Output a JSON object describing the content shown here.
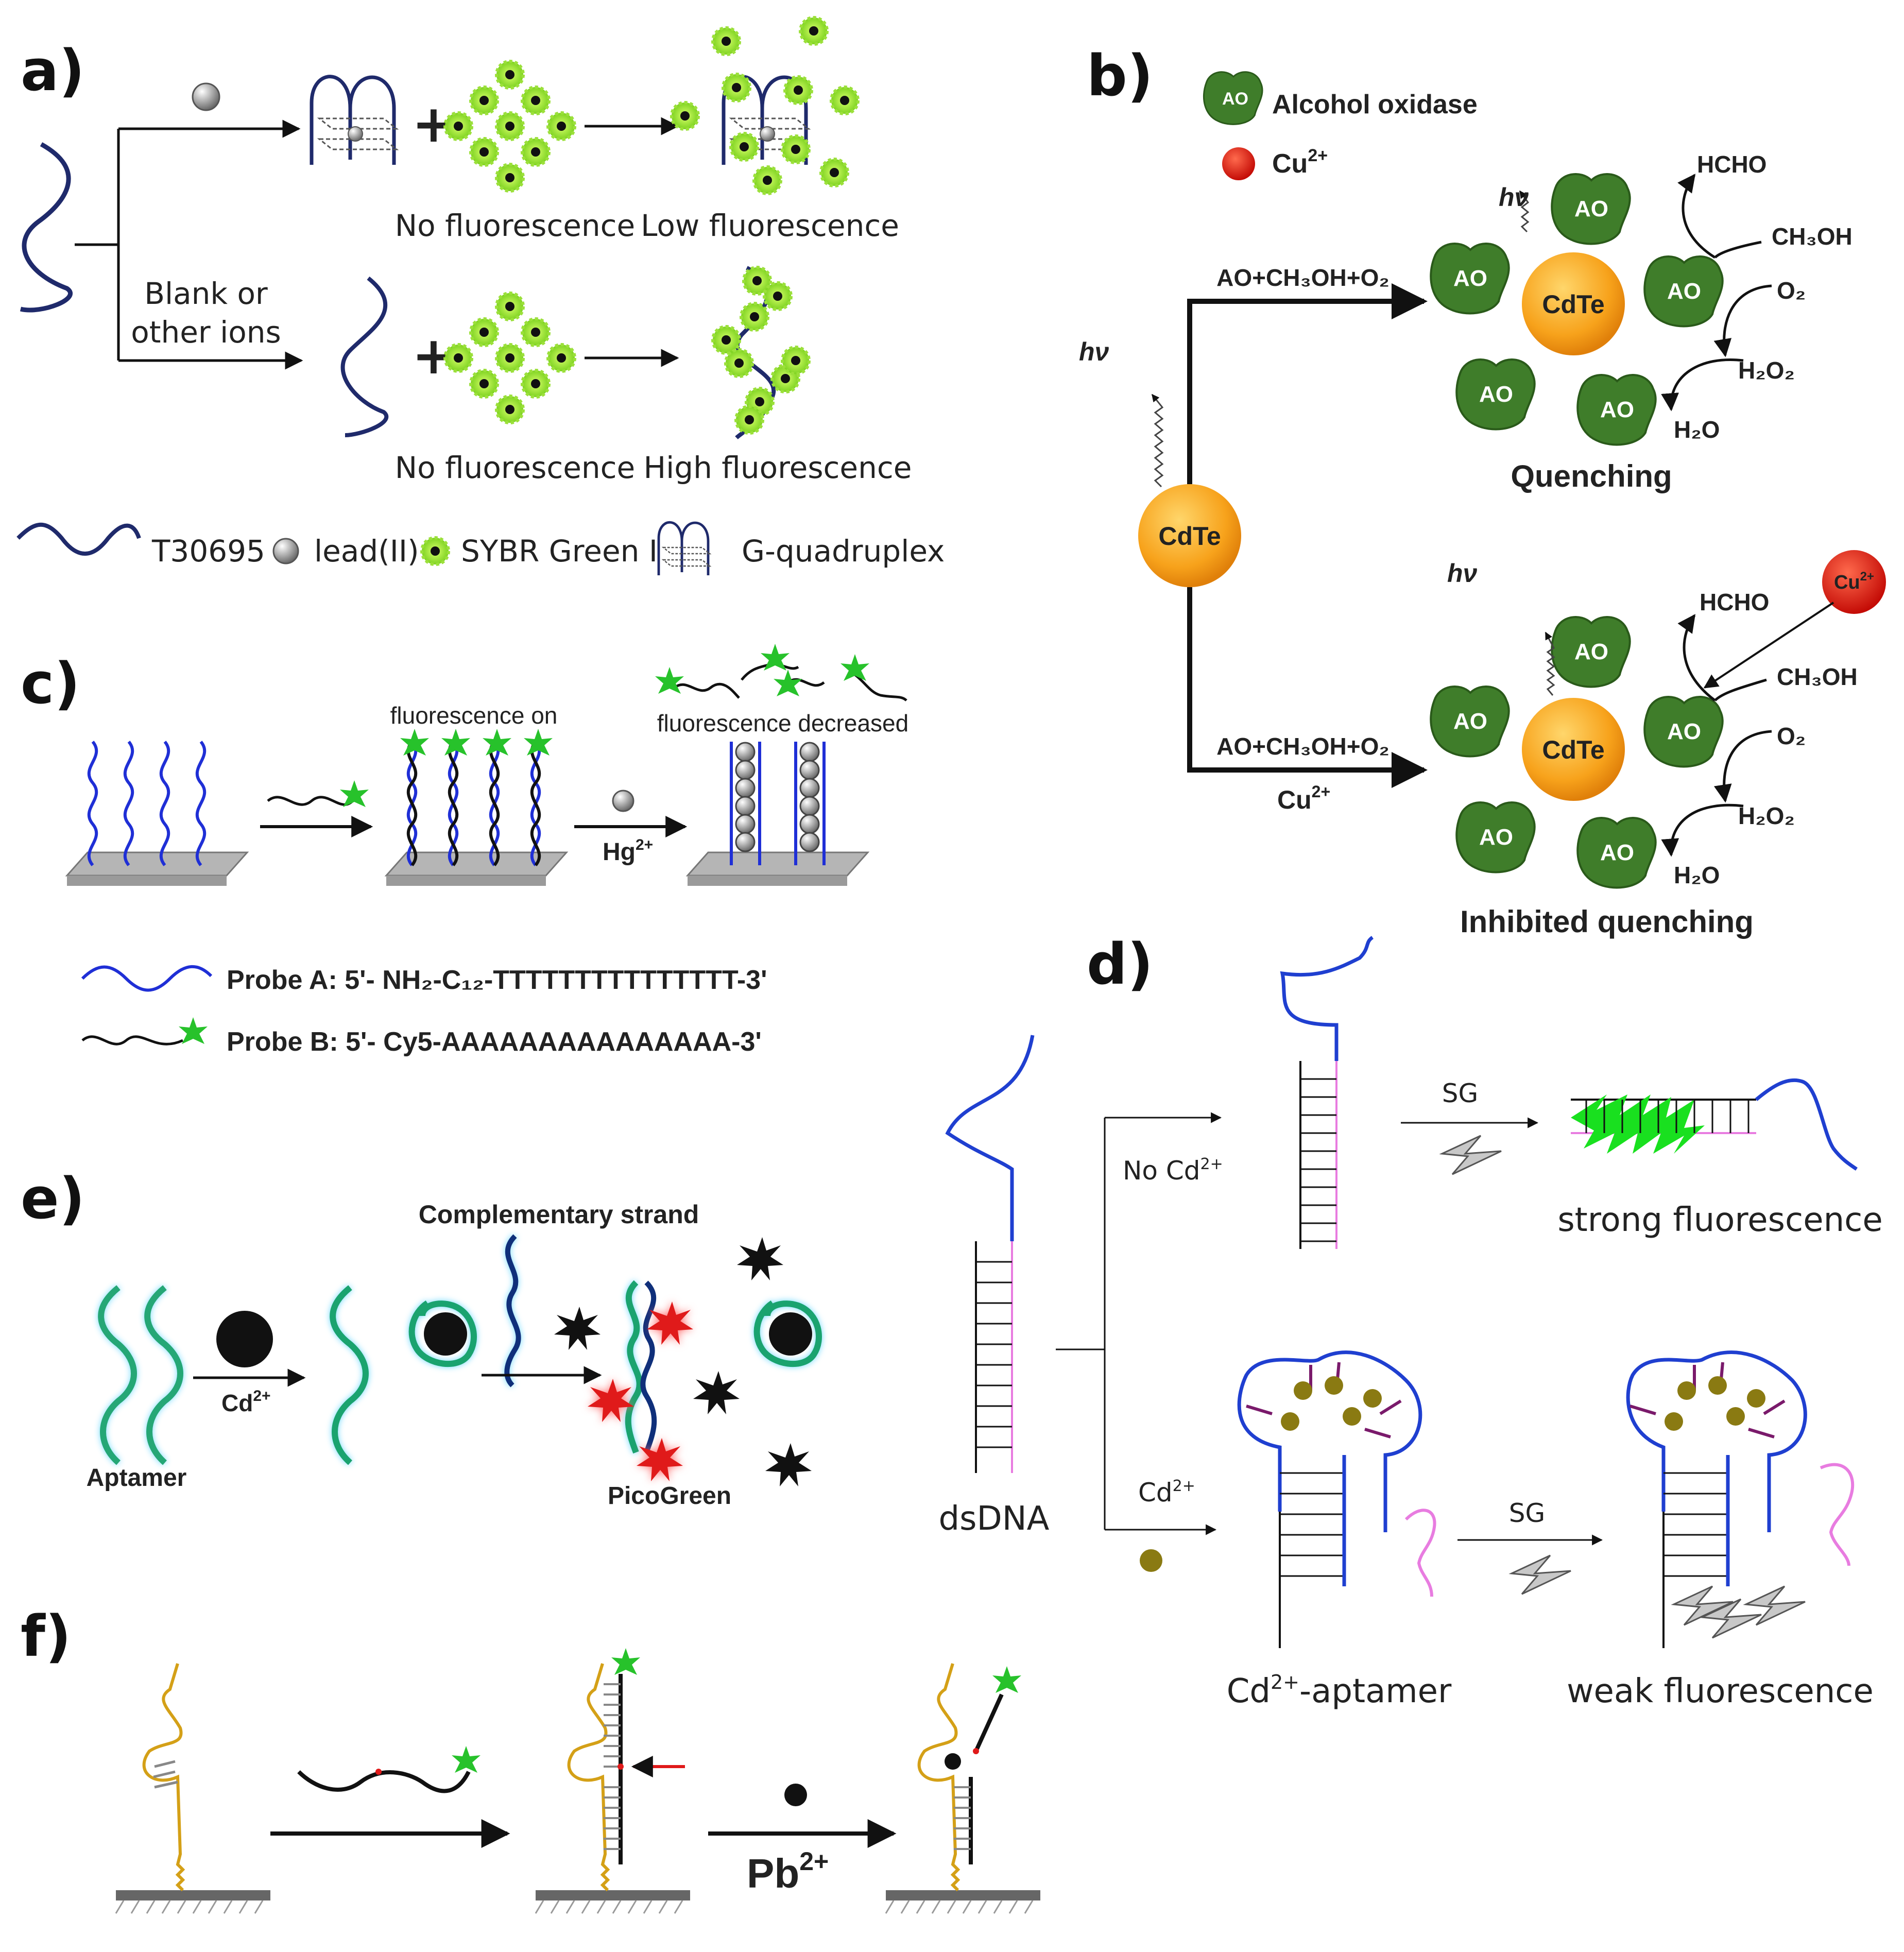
{
  "panels": {
    "a": {
      "label": "a)",
      "no_fluorescence_top": "No fluorescence",
      "low_fluorescence": "Low fluorescence",
      "blank_line1": "Blank or",
      "blank_line2": "other ions",
      "no_fluorescence_bottom": "No fluorescence",
      "high_fluorescence": "High fluorescence",
      "legend": {
        "t30695": "T30695",
        "lead": "lead(II)",
        "sybr": "SYBR Green I",
        "gquad": "G-quadruplex"
      }
    },
    "b": {
      "label": "b)",
      "legend_ao": "Alcohol oxidase",
      "legend_cu": "Cu",
      "legend_cu_sup": "2+",
      "ao": "AO",
      "cdte": "CdTe",
      "hv": "hν",
      "reaction": "AO+CH₃OH+O₂",
      "cu_cond": "Cu",
      "cu_cond_sup": "2+",
      "hcho": "HCHO",
      "ch3oh": "CH₃OH",
      "o2": "O₂",
      "h2o2": "H₂O₂",
      "h2o": "H₂O",
      "quenching": "Quenching",
      "inhibited": "Inhibited quenching",
      "cu_ball": "Cu",
      "cu_ball_sup": "2+"
    },
    "c": {
      "label": "c)",
      "fluorescence_on": "fluorescence on",
      "fluorescence_decreased": "fluorescence decreased",
      "hg": "Hg",
      "hg_sup": "2+",
      "probe_a": "Probe A: 5'- NH₂-C₁₂-TTTTTTTTTTTTTTT-3'",
      "probe_b": "Probe B: 5'- Cy5-AAAAAAAAAAAAAAA-3'"
    },
    "d": {
      "label": "d)",
      "no_cd": "No Cd",
      "no_cd_sup": "2+",
      "sg_top": "SG",
      "strong": "strong fluorescence",
      "dsdna": "dsDNA",
      "cd": "Cd",
      "cd_sup": "2+",
      "sg_bottom": "SG",
      "cd_aptamer": "Cd",
      "cd_aptamer_sup": "2+",
      "cd_aptamer_rest": "-aptamer",
      "weak": "weak fluorescence"
    },
    "e": {
      "label": "e)",
      "complementary": "Complementary strand",
      "cd": "Cd",
      "cd_sup": "2+",
      "aptamer": "Aptamer",
      "picogreen": "PicoGreen"
    },
    "f": {
      "label": "f)",
      "pb": "Pb",
      "pb_sup": "2+"
    }
  },
  "colors": {
    "dna_navy": "#1f2a6b",
    "dye_green": "#7ed321",
    "ao_green": "#3f7d2a",
    "cdte_orange": "#f7a21b",
    "cu_red": "#e3160f",
    "blue_probe": "#1f2fd6",
    "aptamer_teal": "#1aa36f",
    "gold_strand": "#d4a017",
    "pink": "#e87ce0",
    "olive": "#8a7a12",
    "purple": "#7a1a6b"
  }
}
